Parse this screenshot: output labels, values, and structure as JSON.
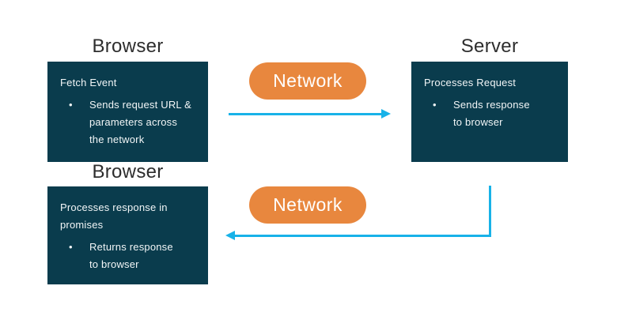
{
  "diagram_type": "flow-diagram",
  "nodes": [
    {
      "title": "Browser",
      "heading": "Fetch Event",
      "bullet": "Sends request URL &\nparameters across\nthe network"
    },
    {
      "title": "Server",
      "heading": "Processes Request",
      "bullet": "Sends response\nto browser"
    },
    {
      "title": "Browser",
      "heading": "Processes response in\npromises",
      "bullet": "Returns response\nto browser"
    }
  ],
  "pills": [
    {
      "label": "Network"
    },
    {
      "label": "Network"
    }
  ],
  "arrows": [
    {
      "name": "browser-to-server",
      "direction": "right"
    },
    {
      "name": "server-to-browser",
      "direction": "down-then-left"
    }
  ],
  "bullet_char": "•",
  "colors": {
    "background": "#ffffff",
    "box_bg": "#0a3c4d",
    "box_text": "#f2f6f7",
    "pill_bg": "#e8873e",
    "pill_text": "#ffffff",
    "arrow": "#18b2e8",
    "title_text": "#2d2d2d"
  }
}
